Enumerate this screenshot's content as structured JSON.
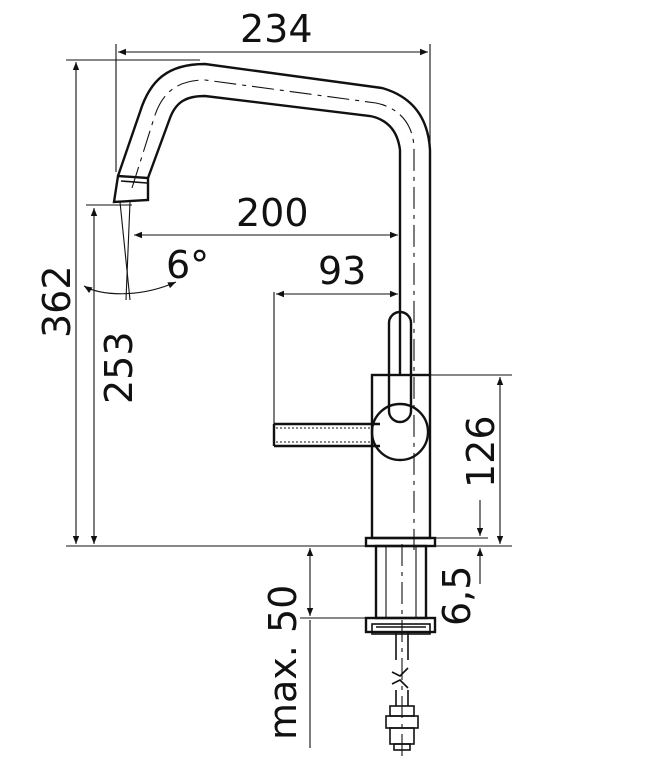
{
  "drawing": {
    "dimensions": {
      "total_width": "234",
      "spout_reach": "200",
      "handle_reach": "93",
      "total_height": "362",
      "spout_height": "253",
      "body_height": "126",
      "base_thickness": "6,5",
      "max_counter_thickness": "max. 50",
      "spout_angle": "6°"
    }
  }
}
